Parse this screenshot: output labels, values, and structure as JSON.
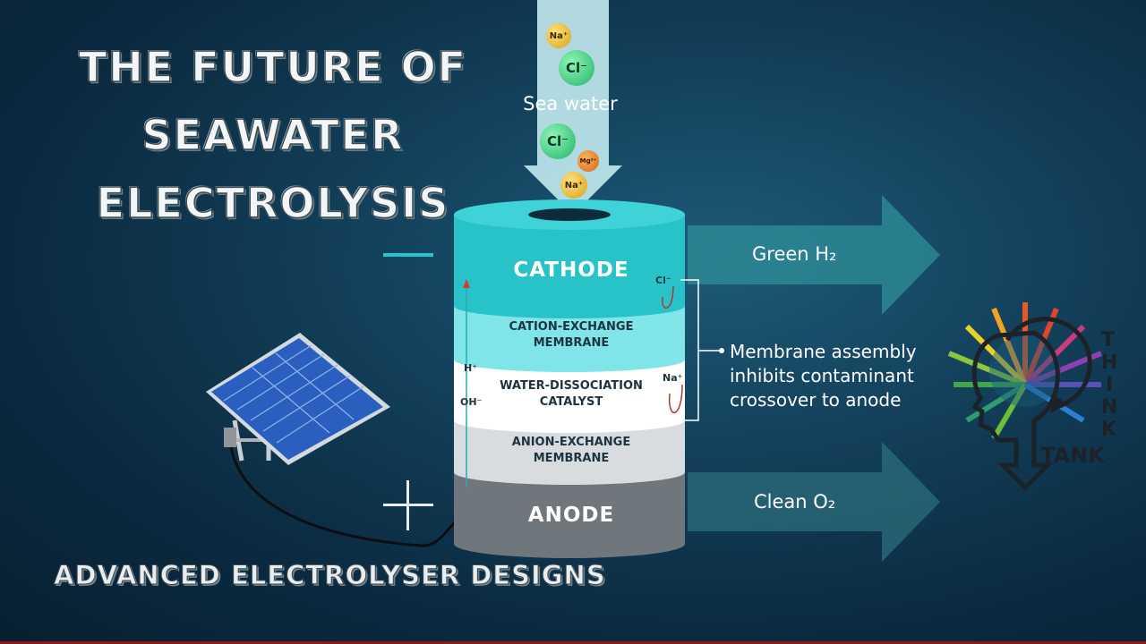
{
  "title": {
    "line1": "THE FUTURE OF",
    "line2": "SEAWATER",
    "line3": "ELECTROLYSIS"
  },
  "subtitle": "ADVANCED ELECTROLYSER DESIGNS",
  "input": {
    "label": "Sea water",
    "ions": {
      "na_top": "Na⁺",
      "cl_top": "Cl⁻",
      "cl_mid": "Cl⁻",
      "mg": "Mg²⁺",
      "na_bottom": "Na⁺"
    }
  },
  "layers": {
    "cathode": "CATHODE",
    "cation_line1": "CATION-EXCHANGE",
    "cation_line2": "MEMBRANE",
    "catalyst_line1": "WATER-DISSOCIATION",
    "catalyst_line2": "CATALYST",
    "anion_line1": "ANION-EXCHANGE",
    "anion_line2": "MEMBRANE",
    "anode": "ANODE"
  },
  "side_ions": {
    "h": "H⁺",
    "oh": "OH⁻",
    "cl": "Cl⁻",
    "na": "Na⁺"
  },
  "outputs": {
    "h2": "Green H₂",
    "o2": "Clean O₂"
  },
  "note": {
    "line1": "Membrane assembly",
    "line2": "inhibits contaminant",
    "line3": "crossover to anode"
  },
  "logo": {
    "letters_top": [
      "T",
      "H",
      "I",
      "N",
      "K"
    ],
    "word_bottom": "TANK"
  },
  "colors": {
    "cathode": "#27c3c9",
    "membrane": "#7fe5e9",
    "catalyst": "#ffffff",
    "anion": "#d8dcdf",
    "anode": "#6f777c",
    "minus": "#22c6d1"
  }
}
